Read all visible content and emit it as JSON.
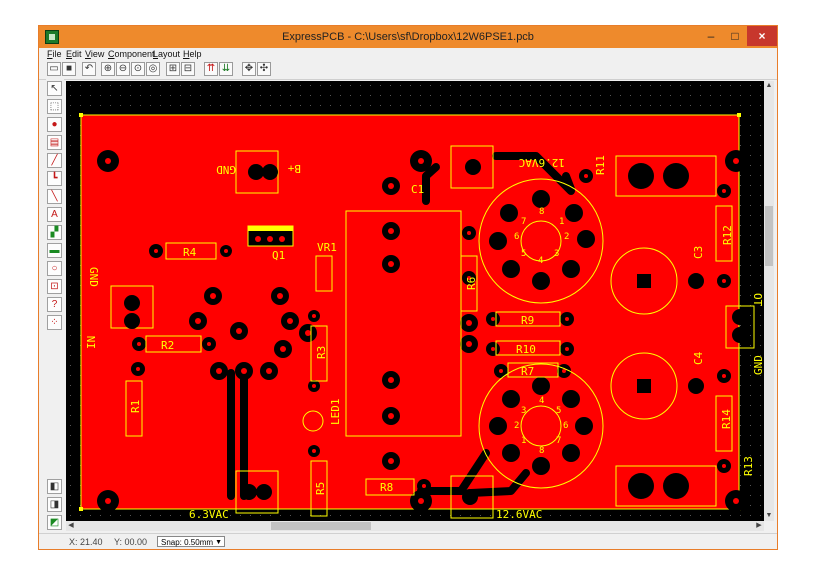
{
  "window": {
    "title": "ExpressPCB - C:\\Users\\sf\\Dropbox\\12W6PSE1.pcb",
    "controls": {
      "minimize": "–",
      "maximize": "□",
      "close": "×"
    }
  },
  "menu": [
    "File",
    "Edit",
    "View",
    "Component",
    "Layout",
    "Help"
  ],
  "toolbar_icons": [
    "open-icon",
    "save-icon",
    "undo-icon",
    "zoom-in-icon",
    "zoom-out-icon",
    "zoom-fit-icon",
    "zoom-previous-icon",
    "component-icon",
    "part-icon",
    "top-layer-icon",
    "bottom-layer-icon",
    "move-icon",
    "pan-icon"
  ],
  "tool_icons": [
    "pointer-icon",
    "select-area-icon",
    "pad-icon",
    "component-tool-icon",
    "trace-icon",
    "corner-trace-icon",
    "diagonal-trace-icon",
    "text-tool-icon",
    "fill-plane-icon",
    "green-layer-icon",
    "circle-tool-icon",
    "rect-tool-icon",
    "query-pad-icon",
    "grid-tool-icon"
  ],
  "status": {
    "x": "X: 21.40",
    "y": "Y: 00.00",
    "snap": "Snap: 0.50mm"
  },
  "colors": {
    "board": "#ff0000",
    "silk": "#ffff00",
    "copper_bottom": "#000000",
    "title_bar": "#ee8a2c"
  },
  "pcb_labels": {
    "gnd_top": "GND",
    "b_plus": "B+",
    "ac_top": "12.6VAC",
    "c1": "C1",
    "r11": "R11",
    "r4": "R4",
    "q1": "Q1",
    "vr1": "VR1",
    "gnd_left": "GND",
    "r12": "R12",
    "c3": "C3",
    "r6": "R6",
    "ot": "OT",
    "r9": "R9",
    "in": "IN",
    "r2": "R2",
    "r3": "R3",
    "r10": "R10",
    "gnd_right": "GND",
    "r7": "R7",
    "c4": "C4",
    "r1": "R1",
    "led1": "LED1",
    "r14": "R14",
    "r5": "R5",
    "r8": "R8",
    "r13": "R13",
    "ac_left": "6.3VAC",
    "ac_bottom": "12.6VAC",
    "tube_top_pins": [
      "1",
      "2",
      "3",
      "4",
      "5",
      "6",
      "7",
      "8"
    ],
    "tube_bottom_pins": [
      "1",
      "2",
      "3",
      "4",
      "5",
      "6",
      "7",
      "8"
    ]
  }
}
